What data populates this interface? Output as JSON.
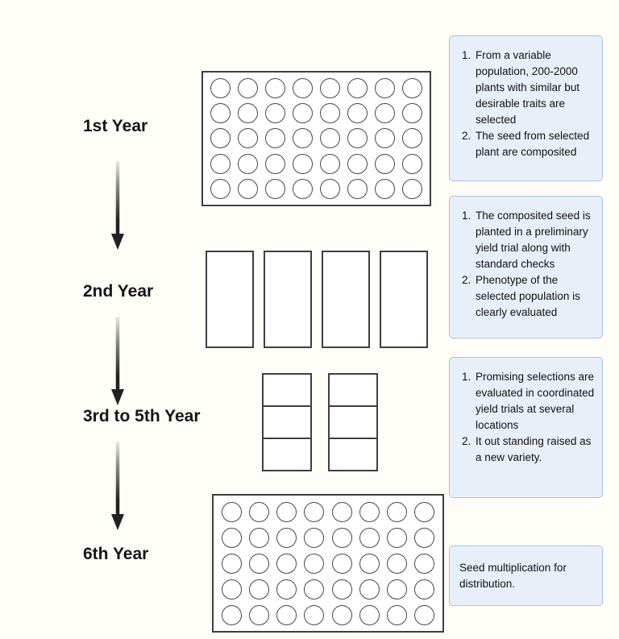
{
  "stages": [
    {
      "label": "1st Year"
    },
    {
      "label": "2nd Year"
    },
    {
      "label": "3rd to 5th Year"
    },
    {
      "label": "6th Year"
    }
  ],
  "notes": [
    {
      "type": "numbered-list",
      "items": [
        "From a variable population, 200-2000 plants with similar but desirable traits are selected",
        "The seed from selected plant are composited"
      ]
    },
    {
      "type": "numbered-list",
      "items": [
        "The composited seed is planted in a preliminary yield trial along with standard checks",
        "Phenotype of the selected population is clearly evaluated"
      ]
    },
    {
      "type": "numbered-list",
      "items": [
        "Promising selections are evaluated in coordinated yield trials at several locations",
        "It out standing raised as a new variety."
      ]
    },
    {
      "type": "text",
      "text": "Seed multiplication for distribution."
    }
  ],
  "plots": {
    "year1_grid": {
      "shape": "circle",
      "rows": 5,
      "cols": 8
    },
    "year2_strips": {
      "shape": "rect",
      "count": 4
    },
    "year3_blocks": {
      "shape": "rect",
      "count": 2,
      "sections": 3
    },
    "year6_grid": {
      "shape": "circle",
      "rows": 5,
      "cols": 8
    }
  },
  "colors": {
    "background": "#fffdf7",
    "note_fill": "#e9eff9",
    "note_border": "#a9c2e0",
    "shape_stroke": "#3f3f3f",
    "arrow": "#222222",
    "text": "#141414"
  }
}
